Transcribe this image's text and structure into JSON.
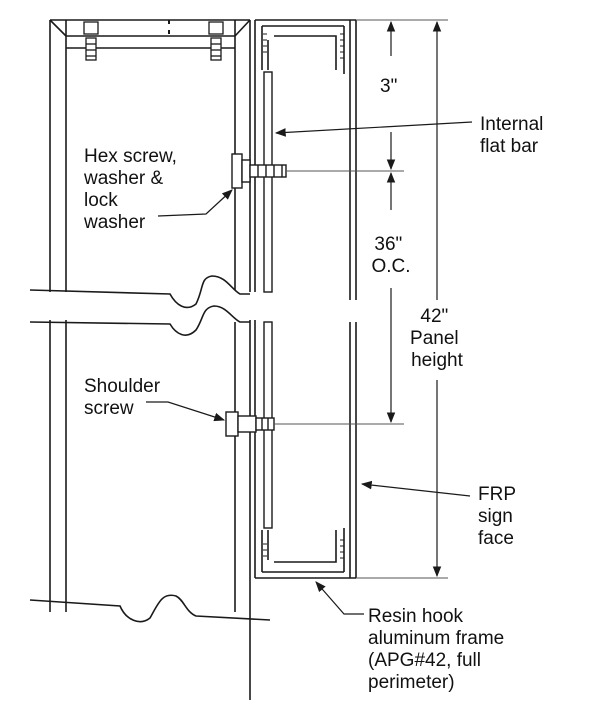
{
  "colors": {
    "stroke": "#1a1a1a",
    "thin": "#555555",
    "fill": "#ffffff"
  },
  "labels": {
    "internal_flat_bar": [
      "Internal",
      "flat bar"
    ],
    "hex_screw": [
      "Hex screw,",
      "washer &",
      "lock",
      "washer"
    ],
    "shoulder_screw": [
      "Shoulder",
      "screw"
    ],
    "frp_sign_face": [
      "FRP",
      "sign",
      "face"
    ],
    "resin_hook_frame": [
      "Resin hook",
      "aluminum frame",
      "(APG#42, full",
      "perimeter)"
    ]
  },
  "dimensions": {
    "top_offset": "3\"",
    "spacing": [
      "36\"",
      "O.C."
    ],
    "panel_height": [
      "42\"",
      "Panel",
      "height"
    ]
  },
  "icons": [
    "arrow-icon",
    "hex-screw-icon",
    "shoulder-screw-icon"
  ]
}
